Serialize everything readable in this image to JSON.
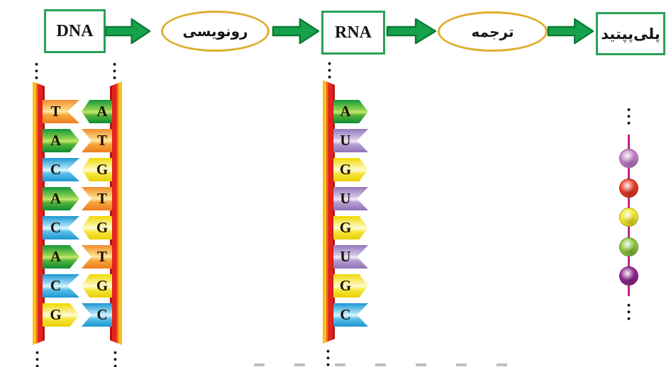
{
  "flow": {
    "dna_label": "DNA",
    "transcription_label": "رونویسی",
    "rna_label": "RNA",
    "translation_label": "ترجمه",
    "polypeptide_label": "پلی‌پپتید"
  },
  "dna": {
    "left_strand": [
      "T",
      "A",
      "C",
      "A",
      "C",
      "A",
      "C",
      "G"
    ],
    "right_strand": [
      "A",
      "T",
      "G",
      "T",
      "G",
      "T",
      "G",
      "C"
    ]
  },
  "rna": {
    "strand": [
      "A",
      "U",
      "G",
      "U",
      "G",
      "U",
      "G",
      "C"
    ]
  },
  "polypeptide": {
    "bead_colors": [
      "#c47fc8",
      "#ee3a28",
      "#f5e826",
      "#8dc63f",
      "#93278f"
    ],
    "chain_color": "#c32387"
  },
  "colors": {
    "arrow_green": "#16a24b",
    "arrow_outline": "#0a7a36",
    "box_border_green": "#2aa05a",
    "ellipse_border_gold": "#dfae2f",
    "strand_red": "#e4231f",
    "strand_yellow": "#f7c31b",
    "base_T": "#f59a33",
    "base_A": "#2fa63c",
    "base_C": "#3fb0e0",
    "base_G": "#f2e026",
    "base_U": "#a98cc8"
  }
}
